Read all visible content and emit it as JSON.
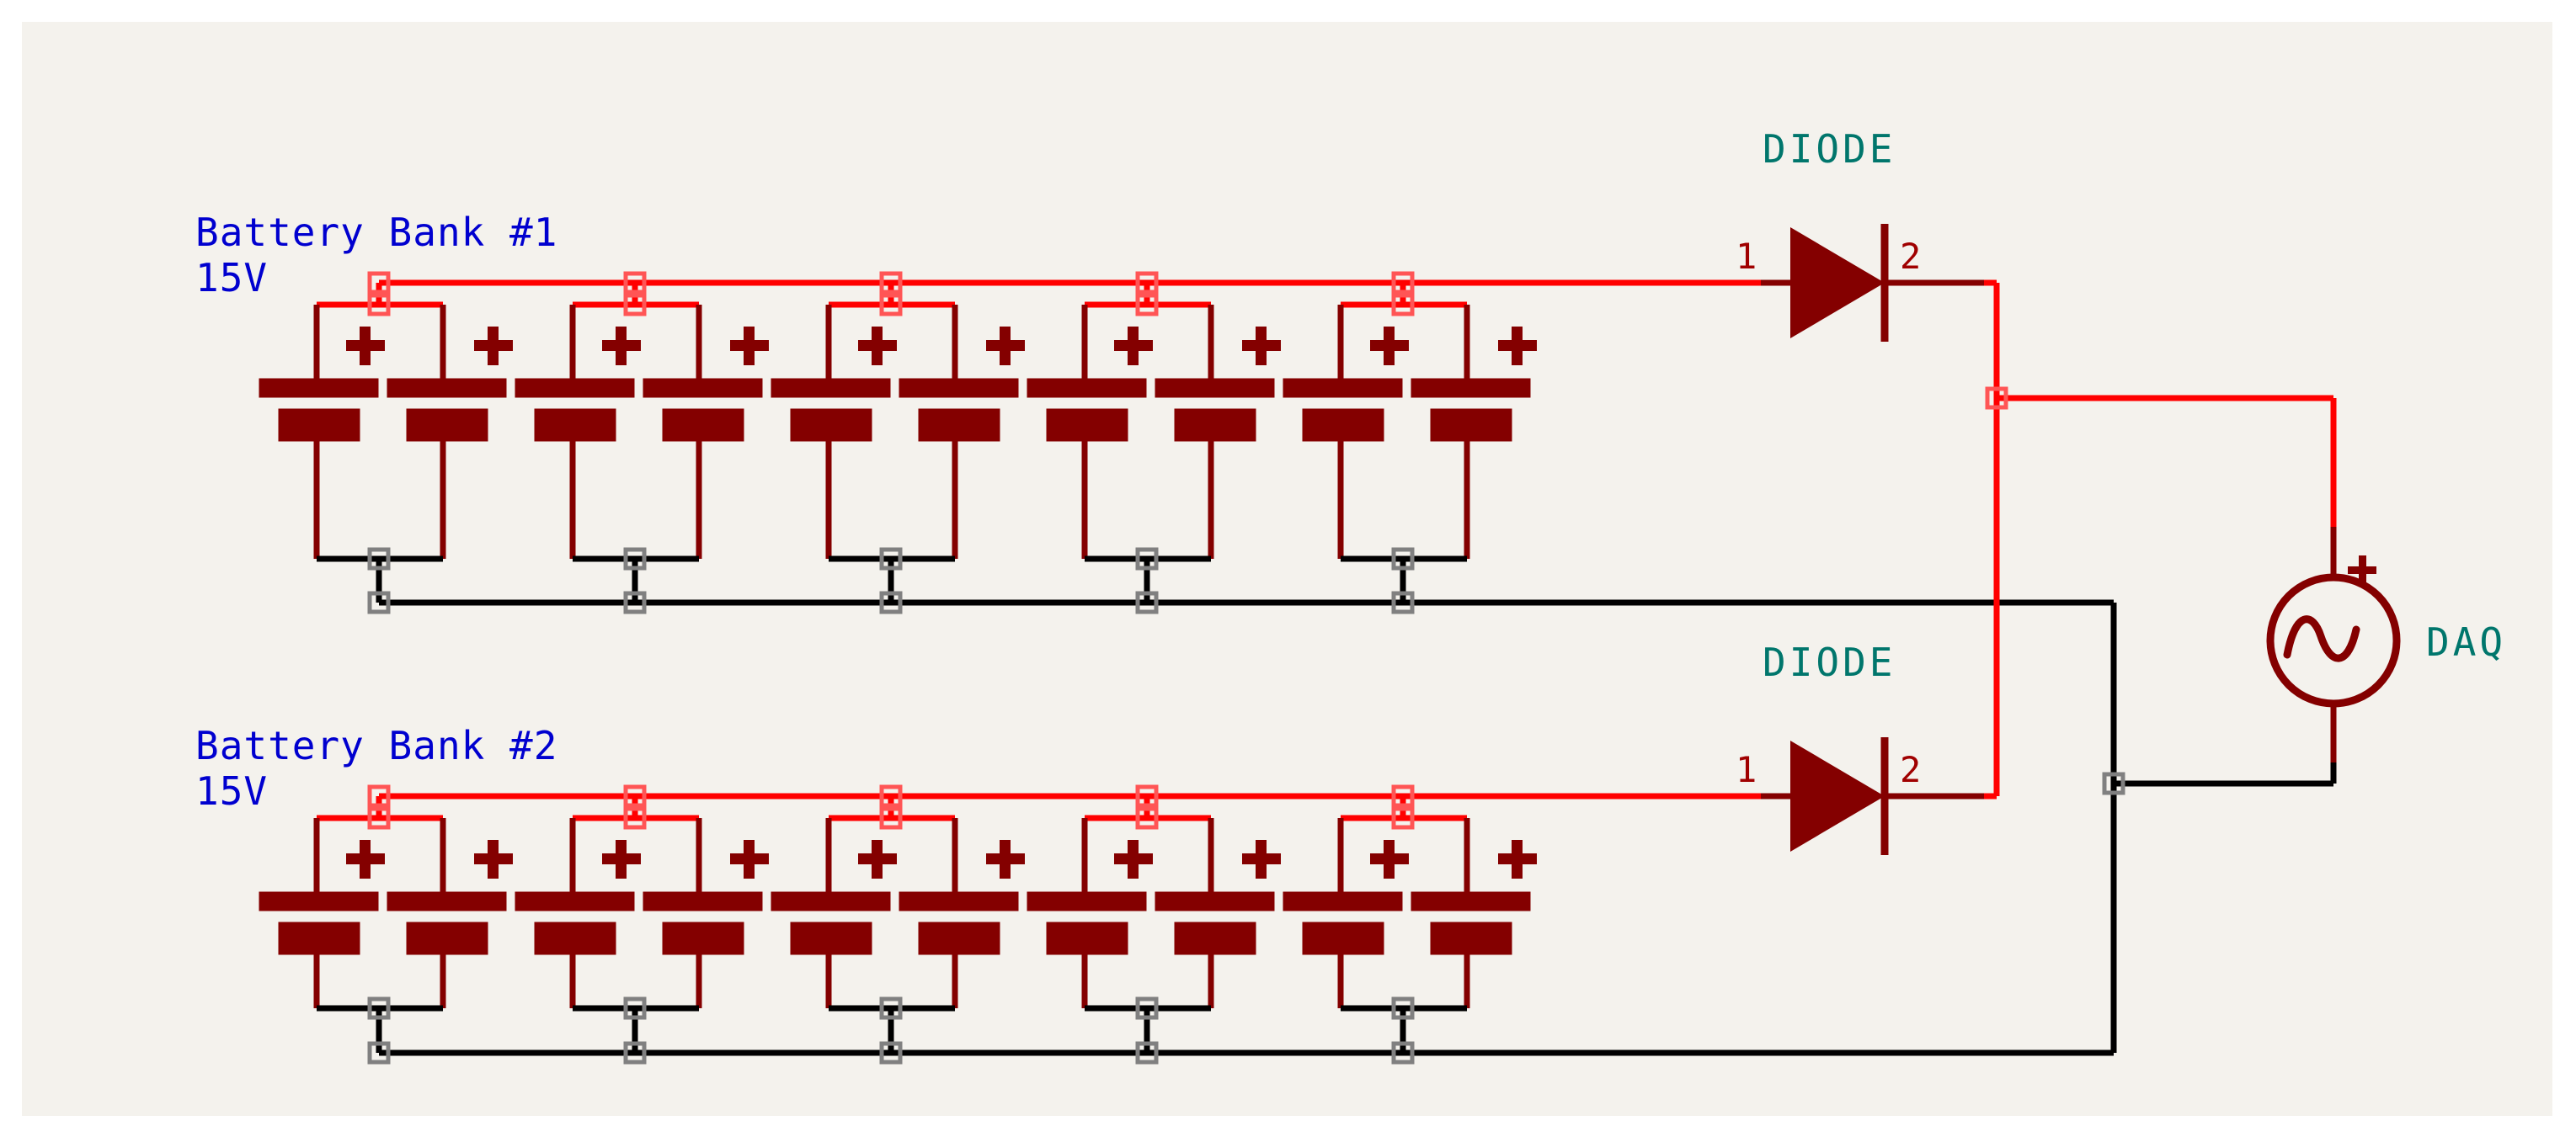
{
  "diagram": {
    "title": "Two battery banks OR-ed through diodes into a DAQ",
    "background": "#f4f2ed",
    "page_background": "#ffffff",
    "colors": {
      "wire_positive": "#ff0000",
      "wire_ground": "#000000",
      "component": "#840000",
      "label_text": "#0000cf",
      "reference_text": "#00766c",
      "pin_number": "#a00000",
      "junction_positive": "#ff5555",
      "junction_ground": "#808080"
    }
  },
  "banks": [
    {
      "name": "Battery Bank #1",
      "voltage": "15V",
      "cell_groups": 5,
      "cells_per_group": 2,
      "polarity_mark": "+"
    },
    {
      "name": "Battery Bank #2",
      "voltage": "15V",
      "cell_groups": 5,
      "cells_per_group": 2,
      "polarity_mark": "+"
    }
  ],
  "diodes": [
    {
      "label": "DIODE",
      "pin_in": "1",
      "pin_out": "2"
    },
    {
      "label": "DIODE",
      "pin_in": "1",
      "pin_out": "2"
    }
  ],
  "daq": {
    "label": "DAQ",
    "symbol": "ac-source",
    "positive_mark": "+"
  }
}
